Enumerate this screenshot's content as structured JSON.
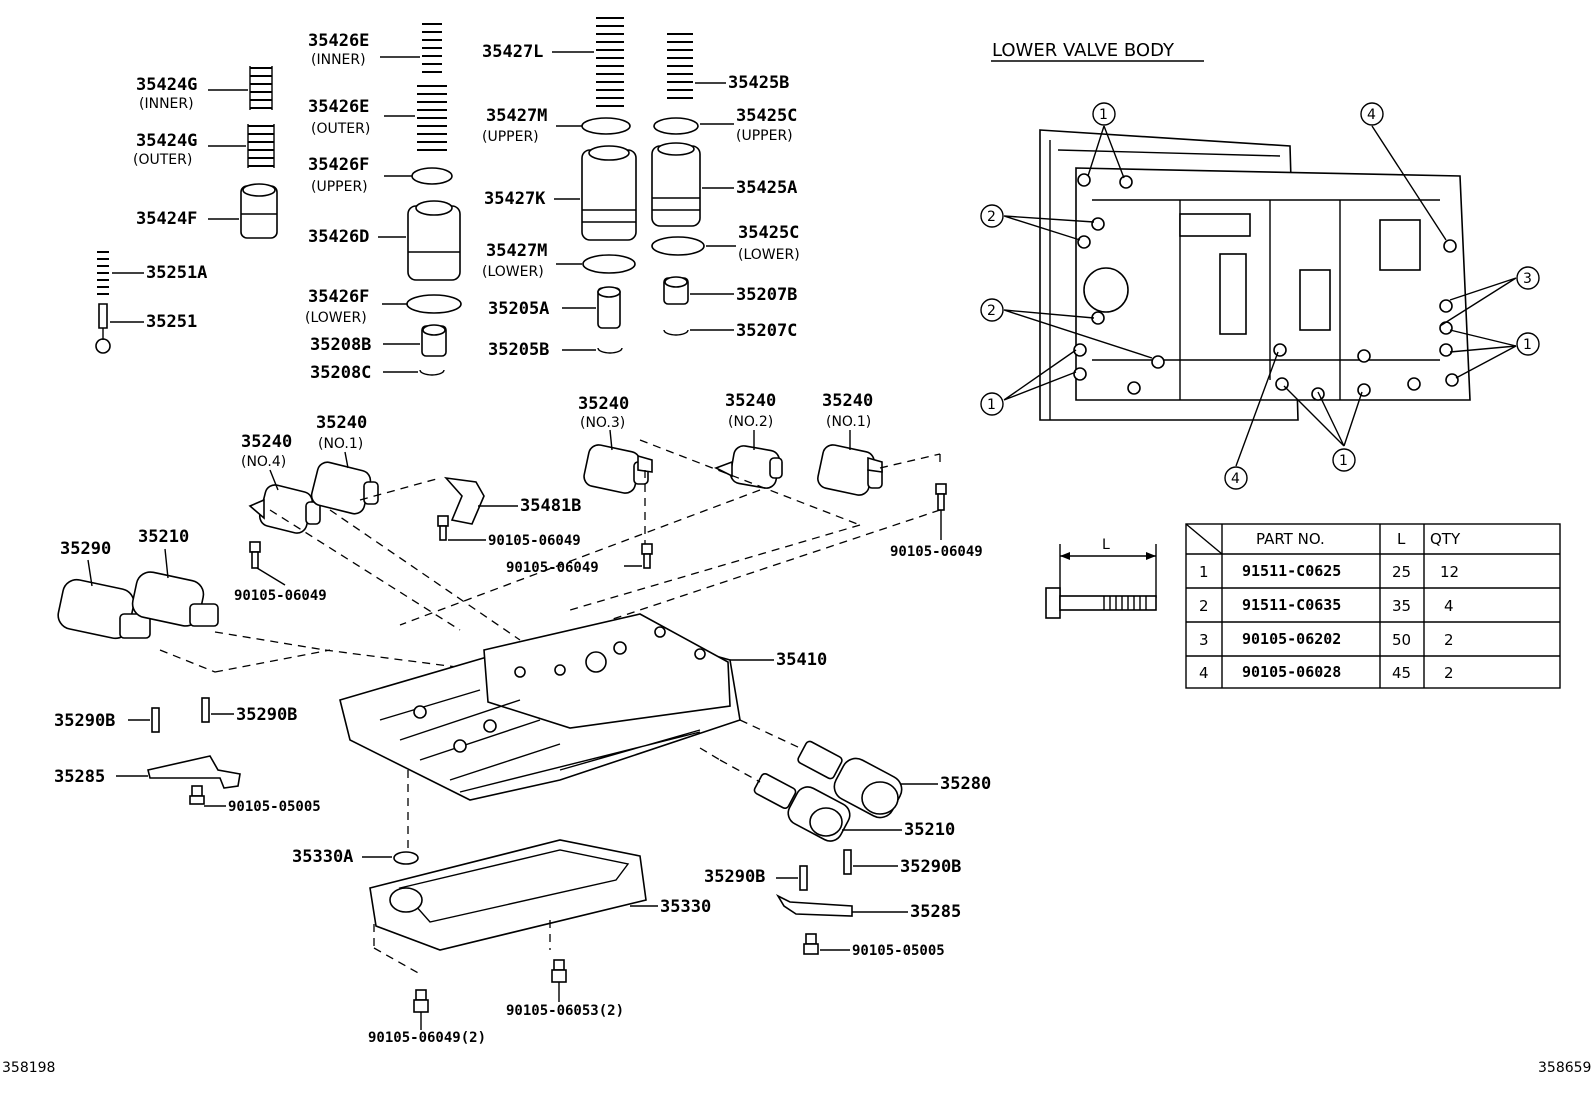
{
  "labels": {
    "p35424g_inner": "35424G",
    "p35424g_inner_sub": "(INNER)",
    "p35424g_outer": "35424G",
    "p35424g_outer_sub": "(OUTER)",
    "p35424f": "35424F",
    "p35251a": "35251A",
    "p35251": "35251",
    "p35426e_inner": "35426E",
    "p35426e_inner_sub": "(INNER)",
    "p35426e_outer": "35426E",
    "p35426e_outer_sub": "(OUTER)",
    "p35426f_upper": "35426F",
    "p35426f_upper_sub": "(UPPER)",
    "p35426d": "35426D",
    "p35426f_lower": "35426F",
    "p35426f_lower_sub": "(LOWER)",
    "p35208b": "35208B",
    "p35208c": "35208C",
    "p35427l": "35427L",
    "p35427m_upper": "35427M",
    "p35427m_upper_sub": "(UPPER)",
    "p35427k": "35427K",
    "p35427m_lower": "35427M",
    "p35427m_lower_sub": "(LOWER)",
    "p35205a": "35205A",
    "p35205b": "35205B",
    "p35425b": "35425B",
    "p35425c_upper": "35425C",
    "p35425c_upper_sub": "(UPPER)",
    "p35425a": "35425A",
    "p35425c_lower": "35425C",
    "p35425c_lower_sub": "(LOWER)",
    "p35207b": "35207B",
    "p35207c": "35207C",
    "p35240_no4": "35240",
    "p35240_no4_sub": "(NO.4)",
    "p35240_no1a": "35240",
    "p35240_no1a_sub": "(NO.1)",
    "p35240_no3": "35240",
    "p35240_no3_sub": "(NO.3)",
    "p35240_no2": "35240",
    "p35240_no2_sub": "(NO.2)",
    "p35240_no1b": "35240",
    "p35240_no1b_sub": "(NO.1)",
    "p35481b": "35481B",
    "b1": "90105-06049",
    "b2": "90105-06049",
    "b3": "90105-06049",
    "b4": "90105-06049",
    "p35290": "35290",
    "p35210a": "35210",
    "p35410": "35410",
    "p35290b_a": "35290B",
    "p35290b_b": "35290B",
    "p35285a": "35285",
    "b5": "90105-05005",
    "p35330a": "35330A",
    "p35330": "35330",
    "b6": "90105-06053(2)",
    "b7": "90105-06049(2)",
    "p35280": "35280",
    "p35210b": "35210",
    "p35290b_c": "35290B",
    "p35290b_d": "35290B",
    "p35285b": "35285",
    "b8": "90105-05005",
    "code_left": "358198",
    "code_right": "358659"
  },
  "lower_valve_body": {
    "title": "LOWER VALVE BODY",
    "callouts": {
      "c1": "1",
      "c2": "2",
      "c3": "3",
      "c4": "4"
    },
    "dimension_label": "L"
  },
  "bolt_table": {
    "headers": {
      "part_no": "PART NO.",
      "l": "L",
      "qty": "QTY"
    },
    "rows": [
      {
        "idx": "1",
        "part_no": "91511-C0625",
        "l": "25",
        "qty": "12"
      },
      {
        "idx": "2",
        "part_no": "91511-C0635",
        "l": "35",
        "qty": "4"
      },
      {
        "idx": "3",
        "part_no": "90105-06202",
        "l": "50",
        "qty": "2"
      },
      {
        "idx": "4",
        "part_no": "90105-06028",
        "l": "45",
        "qty": "2"
      }
    ]
  }
}
